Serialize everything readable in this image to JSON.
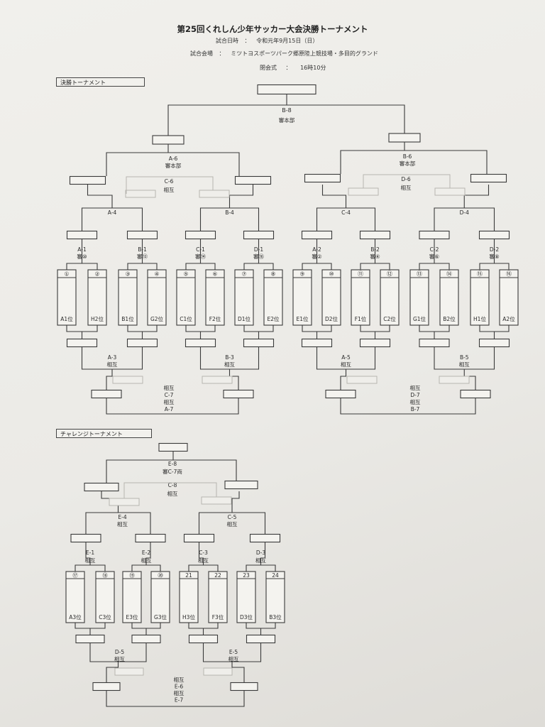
{
  "header": {
    "title": "第25回くれしん少年サッカー大会決勝トーナメント",
    "date_label": "試合日時",
    "date_value": "令和元年9月15日（日）",
    "venue_label": "試合会場",
    "venue_value": "ミツトヨスポーツパーク郷原陸上競技場・多目的グランド",
    "closing_label": "閉会式",
    "closing_value": "16時10分",
    "separator": "：",
    "separator2": "："
  },
  "sections": {
    "final": "決勝トーナメント",
    "challenge": "チャレンジトーナメント"
  },
  "final": {
    "top": {
      "code": "B-8",
      "ref": "審本部"
    },
    "left": {
      "code": "A-6",
      "ref": "審本部",
      "third": {
        "code": "C-6",
        "ref": "相互"
      }
    },
    "right": {
      "code": "B-6",
      "ref": "審本部",
      "third": {
        "code": "D-6",
        "ref": "相互"
      }
    },
    "quarter": [
      "A-4",
      "B-4",
      "C-4",
      "D-4"
    ],
    "r16": [
      {
        "code": "A-1",
        "ref": "審⑩"
      },
      {
        "code": "B-1",
        "ref": "審⑫"
      },
      {
        "code": "C-1",
        "ref": "審⑭"
      },
      {
        "code": "D-1",
        "ref": "審⑯"
      },
      {
        "code": "A-2",
        "ref": "審②"
      },
      {
        "code": "B-2",
        "ref": "審④"
      },
      {
        "code": "C-2",
        "ref": "審⑥"
      },
      {
        "code": "D-2",
        "ref": "審⑧"
      }
    ],
    "slots": [
      {
        "num": "①",
        "team": "A1位"
      },
      {
        "num": "②",
        "team": "H2位"
      },
      {
        "num": "③",
        "team": "B1位"
      },
      {
        "num": "④",
        "team": "G2位"
      },
      {
        "num": "⑤",
        "team": "C1位"
      },
      {
        "num": "⑥",
        "team": "F2位"
      },
      {
        "num": "⑦",
        "team": "D1位"
      },
      {
        "num": "⑧",
        "team": "E2位"
      },
      {
        "num": "⑨",
        "team": "E1位"
      },
      {
        "num": "⑩",
        "team": "D2位"
      },
      {
        "num": "⑪",
        "team": "F1位"
      },
      {
        "num": "⑫",
        "team": "C2位"
      },
      {
        "num": "⑬",
        "team": "G1位"
      },
      {
        "num": "⑭",
        "team": "B2位"
      },
      {
        "num": "⑮",
        "team": "H1位"
      },
      {
        "num": "⑯",
        "team": "A2位"
      }
    ],
    "consolation": [
      {
        "code": "A-3",
        "ref": "相互"
      },
      {
        "code": "B-3",
        "ref": "相互"
      },
      {
        "code": "A-5",
        "ref": "相互"
      },
      {
        "code": "B-5",
        "ref": "相互"
      }
    ],
    "placement_left": [
      "相互",
      "C-7",
      "相互",
      "A-7"
    ],
    "placement_right": [
      "相互",
      "D-7",
      "相互",
      "B-7"
    ]
  },
  "challenge": {
    "top": {
      "code": "E-8",
      "ref": "審C-7両"
    },
    "third": {
      "code": "C-8",
      "ref": "相互"
    },
    "semi": [
      {
        "code": "E-4",
        "ref": "相互"
      },
      {
        "code": "C-5",
        "ref": "相互"
      }
    ],
    "r1": [
      {
        "code": "E-1",
        "ref": "相互"
      },
      {
        "code": "E-2",
        "ref": "相互"
      },
      {
        "code": "C-3",
        "ref": "相互"
      },
      {
        "code": "D-3",
        "ref": "相互"
      }
    ],
    "slots": [
      {
        "num": "⑰",
        "team": "A3位"
      },
      {
        "num": "⑱",
        "team": "C3位"
      },
      {
        "num": "⑲",
        "team": "E3位"
      },
      {
        "num": "⑳",
        "team": "G3位"
      },
      {
        "num": "21",
        "team": "H3位"
      },
      {
        "num": "22",
        "team": "F3位"
      },
      {
        "num": "23",
        "team": "D3位"
      },
      {
        "num": "24",
        "team": "B3位"
      }
    ],
    "consolation": [
      {
        "code": "D-5",
        "ref": "相互"
      },
      {
        "code": "E-5",
        "ref": "相互"
      }
    ],
    "placement": [
      "相互",
      "E-6",
      "相互",
      "E-7"
    ]
  }
}
